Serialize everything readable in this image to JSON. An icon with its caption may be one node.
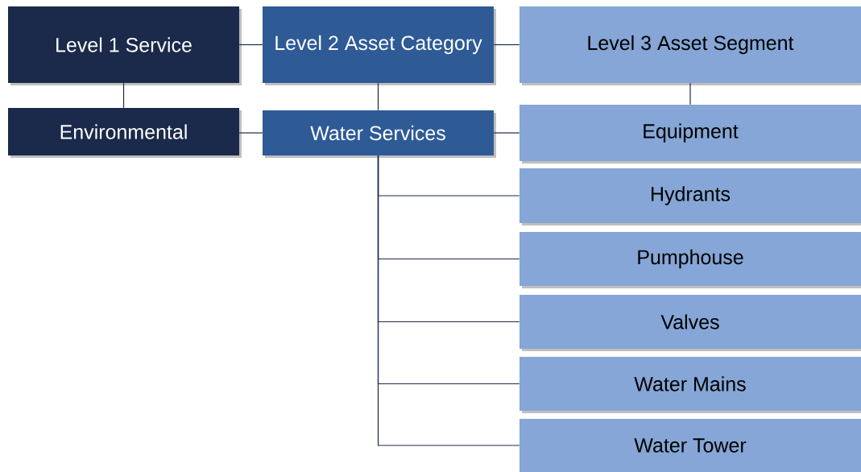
{
  "diagram": {
    "nodes": [
      {
        "text": [
          "Level 1 Service"
        ]
      },
      {
        "text": [
          "Level 2 Asset Category"
        ]
      },
      {
        "text": [
          "Level 3 Asset Segment"
        ]
      },
      {
        "text": [
          "Environmental"
        ]
      },
      {
        "text": [
          "Water Services"
        ]
      },
      {
        "text": [
          "Equipment"
        ]
      },
      {
        "text": [
          "Hydrants"
        ]
      },
      {
        "text": [
          "Pumphouse"
        ]
      },
      {
        "text": [
          "Valves"
        ]
      },
      {
        "text": [
          "Water Mains"
        ]
      },
      {
        "text": [
          "Water Tower"
        ]
      }
    ],
    "edges": [
      {
        "from": 0,
        "to": 1,
        "arrow": "none"
      },
      {
        "from": 1,
        "to": 2,
        "arrow": "none"
      },
      {
        "from": 0,
        "to": 3,
        "arrow": "none"
      },
      {
        "from": 1,
        "to": 4,
        "arrow": "none"
      },
      {
        "from": 2,
        "to": 5,
        "arrow": "none"
      },
      {
        "from": 4,
        "to": 3,
        "arrow": "none"
      },
      {
        "from": 4,
        "to": 5,
        "arrow": "none"
      },
      {
        "from": 4,
        "to": 6,
        "arrow": "none"
      },
      {
        "from": 4,
        "to": 7,
        "arrow": "none"
      },
      {
        "from": 4,
        "to": 8,
        "arrow": "none"
      },
      {
        "from": 4,
        "to": 9,
        "arrow": "none"
      },
      {
        "from": 4,
        "to": 10,
        "arrow": "none"
      }
    ]
  }
}
